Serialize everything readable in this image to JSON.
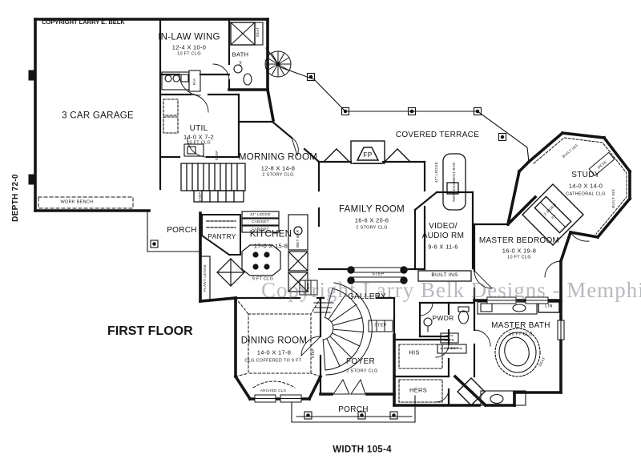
{
  "colors": {
    "line": "#141414",
    "watermark_gray": "#6e737d"
  },
  "meta": {
    "plan_title": "FIRST FLOOR",
    "width_label": "WIDTH 105-4",
    "depth_label": "DEPTH 72-0",
    "copyright_top": "COPYRIGHT LARRY E. BELK",
    "watermark": "Copyright Larry Belk Designs - Memphis"
  },
  "rooms": {
    "garage": {
      "name": "3 CAR GARAGE"
    },
    "in_law_wing": {
      "name": "IN-LAW WING",
      "dims": "12-4 X 10-0",
      "ceiling": "10 FT CLG"
    },
    "bath2": {
      "name": "BATH",
      "number": "2"
    },
    "util": {
      "name": "UTIL",
      "dims": "14-0 X 7-2",
      "ceiling": "10 FT CLG"
    },
    "morning_room": {
      "name": "MORNING ROOM",
      "dims": "12-8 X 14-8",
      "ceiling": "2 STORY CLG"
    },
    "porch_left": {
      "name": "PORCH"
    },
    "pantry": {
      "name": "PANTRY"
    },
    "kitchen": {
      "name": "KITCHEN",
      "dims": "17-0 X 15-8",
      "ceiling": "9 FT CLG"
    },
    "family_room": {
      "name": "FAMILY ROOM",
      "dims": "16-6 X 20-6",
      "ceiling": "2 STORY CLG"
    },
    "covered_terrace": {
      "name": "COVERED TERRACE"
    },
    "video_audio": {
      "name_line1": "VIDEO/",
      "name_line2": "AUDIO RM",
      "dims": "9-6 X 11-6"
    },
    "study": {
      "name": "STUDY",
      "dims": "14-0 X 14-0",
      "ceiling": "CATHEDRAL CLG"
    },
    "master_bedroom": {
      "name": "MASTER BEDROOM",
      "dims": "16-0 X 19-8",
      "ceiling": "10 FT CLG"
    },
    "gallery": {
      "name": "GALLERY"
    },
    "dining_room": {
      "name": "DINING ROOM",
      "dims": "14-0 X 17-8",
      "ceiling": "CLG COFFERED TO 9 FT"
    },
    "foyer": {
      "name": "FOYER",
      "ceiling": "2 STORY CLG"
    },
    "pwdr": {
      "name": "PWDR"
    },
    "his": {
      "name": "HIS"
    },
    "hers": {
      "name": "HERS"
    },
    "master_bath": {
      "name": "MASTER BATH",
      "ceiling": "10 FT CLG"
    },
    "porch_front": {
      "name": "PORCH"
    }
  },
  "annotations": {
    "work_bench": "WORK BENCH",
    "seat": "SEAT",
    "return_air": "R/A",
    "step": "STEP",
    "ledge_42": "42\" LEDGE",
    "cabinet": "CABINET",
    "plant_ledge": "PLANT LEDGE",
    "wet_bar": "WET BAR",
    "fireplace": "FP",
    "refreshment_bar": "REFRESHMENT BAR",
    "built_ins": "BUILT INS",
    "desk": "DESK",
    "two_sided": "2 SIDED",
    "two_sided_fp": "FP",
    "lin": "LIN",
    "opt": "OPT",
    "safe": "SAFE",
    "chest": "CHEST",
    "knee_space": "K.S.",
    "arched_clg": "ARCHED CLG"
  }
}
